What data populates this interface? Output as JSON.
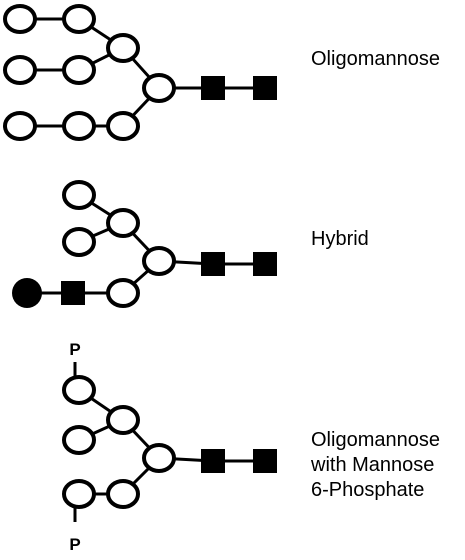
{
  "colors": {
    "stroke": "#000000",
    "mannose_fill": "#ffffff",
    "glcnac_fill": "#000000",
    "galactose_fill": "#000000"
  },
  "glycans": [
    {
      "id": "oligomannose",
      "label_lines": [
        "Oligomannose"
      ]
    },
    {
      "id": "hybrid",
      "label_lines": [
        "Hybrid"
      ]
    },
    {
      "id": "m6p",
      "label_lines": [
        "Oligomannose",
        "with Mannose",
        "6-Phosphate"
      ]
    }
  ],
  "phosphate_label": "P",
  "legend": {
    "mannose": "mannose-circle",
    "glcnac": "glcnac-square",
    "galactose": "galactose-circle"
  }
}
